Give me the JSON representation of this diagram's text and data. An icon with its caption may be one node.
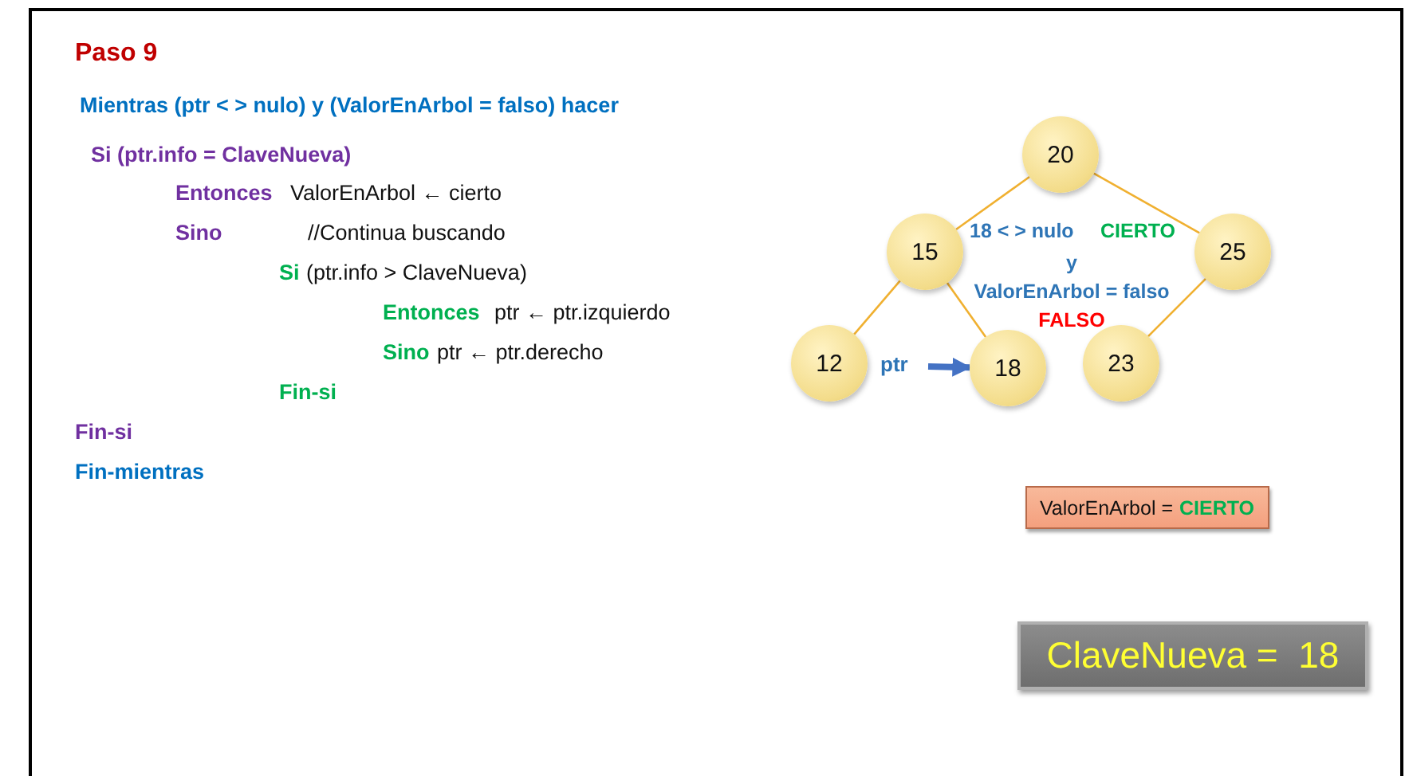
{
  "diagram": {
    "title": "Paso 9",
    "nodes": [
      {
        "text": [
          "20"
        ]
      },
      {
        "text": [
          "15"
        ]
      },
      {
        "text": [
          "25"
        ]
      },
      {
        "text": [
          "12"
        ]
      },
      {
        "text": [
          "18"
        ]
      },
      {
        "text": [
          "23"
        ]
      },
      {
        "text": [
          "ptr"
        ]
      },
      {
        "text": [
          "ValorEnArbol =",
          "CIERTO"
        ]
      },
      {
        "text": [
          "ClaveNueva =  18"
        ]
      }
    ],
    "edges": [
      {
        "from": 0,
        "to": 1,
        "arrow": "none"
      },
      {
        "from": 0,
        "to": 2,
        "arrow": "none"
      },
      {
        "from": 1,
        "to": 3,
        "arrow": "none"
      },
      {
        "from": 1,
        "to": 4,
        "arrow": "none"
      },
      {
        "from": 2,
        "to": 5,
        "arrow": "none"
      },
      {
        "from": 6,
        "to": 4,
        "arrow": "to",
        "style": "thick",
        "color": "#4472c4"
      }
    ],
    "labels": [
      "Mientras (ptr < > nulo) y (ValorEnArbol = falso) hacer",
      "Si (ptr.info = ClaveNueva)",
      "Entonces",
      "ValorEnArbol ← cierto",
      "Sino",
      "//Continua buscando",
      "Si",
      "(ptr.info > ClaveNueva)",
      "Entonces",
      "ptr ← ptr.izquierdo",
      "Sino",
      "ptr ← ptr.derecho",
      "Fin-si",
      "Fin-si",
      "Fin-mientras",
      "18 < > nulo",
      "CIERTO",
      "y",
      "ValorEnArbol = falso",
      "FALSO"
    ]
  }
}
